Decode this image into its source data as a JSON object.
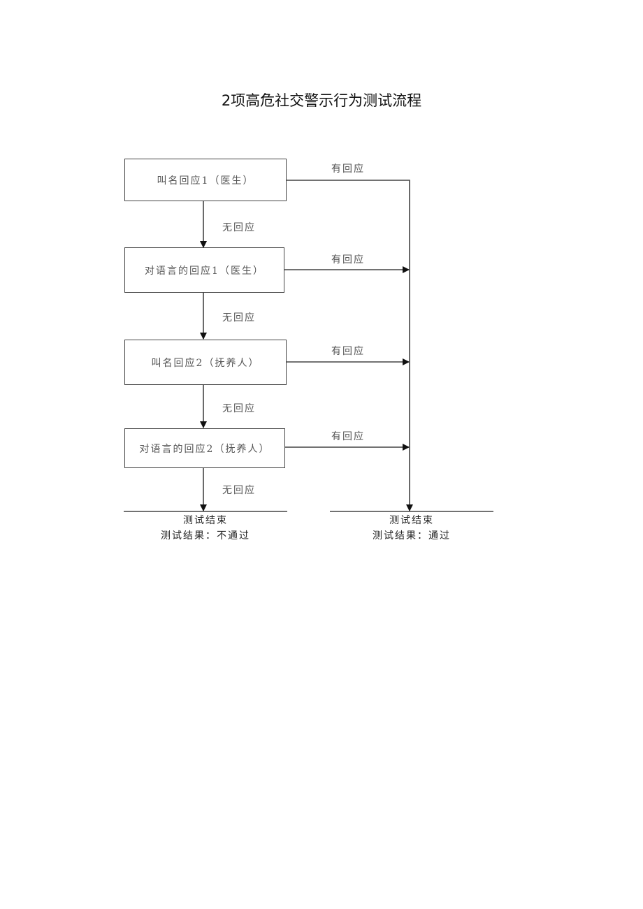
{
  "title": "2项高危社交警示行为测试流程",
  "nodes": [
    {
      "id": "n1",
      "label": "叫名回应1（医生）"
    },
    {
      "id": "n2",
      "label": "对语言的回应1（医生）"
    },
    {
      "id": "n3",
      "label": "叫名回应2（抚养人）"
    },
    {
      "id": "n4",
      "label": "对语言的回应2（抚养人）"
    }
  ],
  "edge_labels": {
    "yes": "有回应",
    "no": "无回应"
  },
  "yes_labels": [
    "有回应",
    "有回应",
    "有回应",
    "有回应"
  ],
  "no_labels": [
    "无回应",
    "无回应",
    "无回应",
    "无回应"
  ],
  "end_fail": {
    "line1": "测试结束",
    "line2": "测试结果：不通过"
  },
  "end_pass": {
    "line1": "测试结束",
    "line2": "测试结果：通过"
  },
  "colors": {
    "line": "#444444",
    "node_text": "#555555",
    "end_text": "#222222"
  }
}
